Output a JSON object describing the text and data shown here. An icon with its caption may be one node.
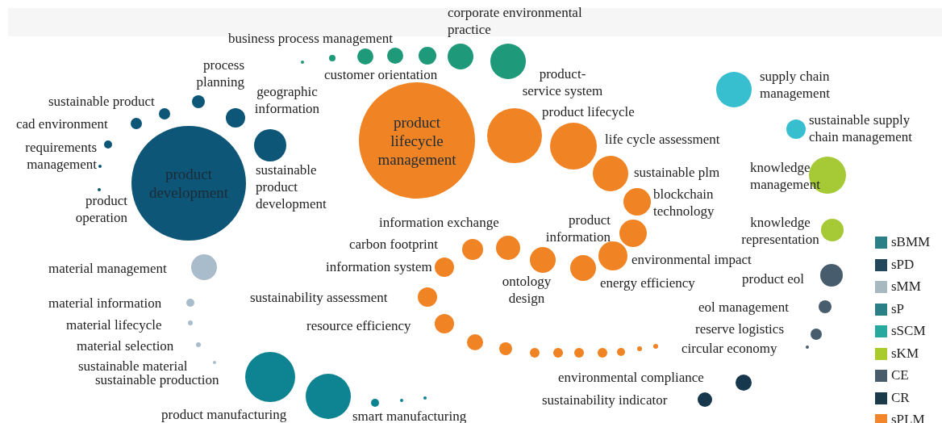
{
  "diagram": {
    "nodes": [
      {
        "text": [
          "corporate environmental practice"
        ]
      },
      {
        "text": [
          "business process management"
        ]
      },
      {
        "text": [],
        "shape": "circle"
      },
      {
        "text": [],
        "shape": "circle"
      },
      {
        "text": [
          "customer orientation"
        ]
      },
      {
        "text": [],
        "shape": "circle"
      },
      {
        "text": [
          "product-service system"
        ]
      },
      {
        "text": [
          "process planning"
        ]
      },
      {
        "text": [
          "sustainable product"
        ]
      },
      {
        "text": [
          "cad environment"
        ]
      },
      {
        "text": [
          "geographic information"
        ]
      },
      {
        "text": [
          "requirements management"
        ]
      },
      {
        "text": [
          "product development"
        ]
      },
      {
        "text": [
          "sustainable product development"
        ]
      },
      {
        "text": [],
        "shape": "circle"
      },
      {
        "text": [
          "product operation"
        ]
      },
      {
        "text": [
          "product lifecycle management"
        ]
      },
      {
        "text": [
          "product lifecycle"
        ]
      },
      {
        "text": [
          "life cycle assessment"
        ]
      },
      {
        "text": [
          "sustainable plm"
        ]
      },
      {
        "text": [
          "blockchain technology"
        ]
      },
      {
        "text": [
          "supply chain management"
        ]
      },
      {
        "text": [
          "sustainable supply chain management"
        ]
      },
      {
        "text": [
          "knowledge management"
        ]
      },
      {
        "text": [
          "knowledge representation"
        ]
      },
      {
        "text": [
          "product information"
        ]
      },
      {
        "text": [
          "information exchange"
        ]
      },
      {
        "text": [
          "carbon footprint"
        ]
      },
      {
        "text": [
          "information system"
        ]
      },
      {
        "text": [
          "ontology design"
        ]
      },
      {
        "text": [
          "environmental impact"
        ]
      },
      {
        "text": [
          "energy efficiency"
        ]
      },
      {
        "text": [
          "sustainability assessment"
        ]
      },
      {
        "text": [
          "resource efficiency"
        ]
      },
      {
        "text": [],
        "shape": "circle"
      },
      {
        "text": [],
        "shape": "circle"
      },
      {
        "text": [],
        "shape": "circle"
      },
      {
        "text": [],
        "shape": "circle"
      },
      {
        "text": [],
        "shape": "circle"
      },
      {
        "text": [],
        "shape": "circle"
      },
      {
        "text": [],
        "shape": "circle"
      },
      {
        "text": [],
        "shape": "circle"
      },
      {
        "text": [],
        "shape": "circle"
      },
      {
        "text": [
          "material management"
        ]
      },
      {
        "text": [
          "material information"
        ]
      },
      {
        "text": [
          "material lifecycle"
        ]
      },
      {
        "text": [
          "material selection"
        ]
      },
      {
        "text": [
          "sustainable material"
        ]
      },
      {
        "text": [
          "sustainable production"
        ]
      },
      {
        "text": [
          "product manufacturing"
        ]
      },
      {
        "text": [
          "smart manufacturing"
        ]
      },
      {
        "text": [],
        "shape": "circle"
      },
      {
        "text": [],
        "shape": "circle"
      },
      {
        "text": [
          "product eol"
        ]
      },
      {
        "text": [
          "eol management"
        ]
      },
      {
        "text": [
          "reserve logistics"
        ]
      },
      {
        "text": [
          "circular economy"
        ]
      },
      {
        "text": [
          "environmental compliance"
        ]
      },
      {
        "text": [
          "sustainability indicator"
        ]
      }
    ],
    "legend": [
      {
        "text": "sBMM",
        "color": "#2b7f86"
      },
      {
        "text": "sPD",
        "color": "#23475c"
      },
      {
        "text": "sMM",
        "color": "#a8b8c1"
      },
      {
        "text": "sP",
        "color": "#2b8088"
      },
      {
        "text": "sSCM",
        "color": "#27a9a0"
      },
      {
        "text": "sKM",
        "color": "#a9cc2c"
      },
      {
        "text": "CE",
        "color": "#485c6b"
      },
      {
        "text": "CR",
        "color": "#1b3a4a"
      },
      {
        "text": "sPLM",
        "color": "#f3852a"
      }
    ]
  }
}
